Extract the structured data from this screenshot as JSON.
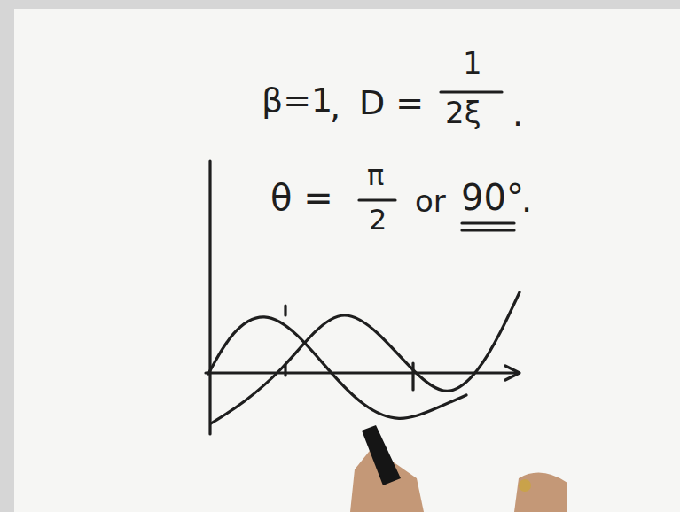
{
  "diagram": {
    "labels": [
      "β=1",
      ",",
      "D =",
      "1",
      "2ξ",
      ".",
      "θ =",
      "π",
      "2",
      "or",
      "90°",
      "."
    ]
  }
}
